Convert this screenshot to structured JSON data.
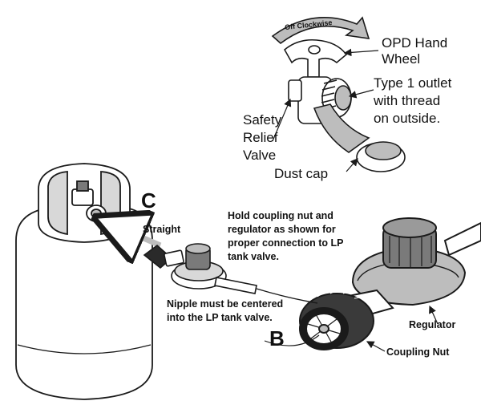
{
  "labels": {
    "off_clockwise": "Off Clockwise",
    "opd_hand_wheel": [
      "OPD Hand",
      "Wheel"
    ],
    "type1_outlet": [
      "Type 1 outlet",
      "with thread",
      "on outside."
    ],
    "safety_relief": [
      "Safety",
      "Relief",
      "Valve"
    ],
    "dust_cap": "Dust cap",
    "letter_c": "C",
    "straight": "Straight",
    "hold_instruction": [
      "Hold coupling nut and",
      "regulator as shown for",
      "proper connection to LP",
      "tank valve."
    ],
    "nipple_instruction": [
      "Nipple must be centered",
      "into the LP tank valve."
    ],
    "letter_b": "B",
    "regulator": "Regulator",
    "coupling_nut": "Coupling Nut"
  },
  "colors": {
    "line": "#1a1a1a",
    "shade": "#bdbdbd",
    "light_shade": "#e2e2e2",
    "dark_shade": "#7a7a7a",
    "background": "#ffffff"
  }
}
